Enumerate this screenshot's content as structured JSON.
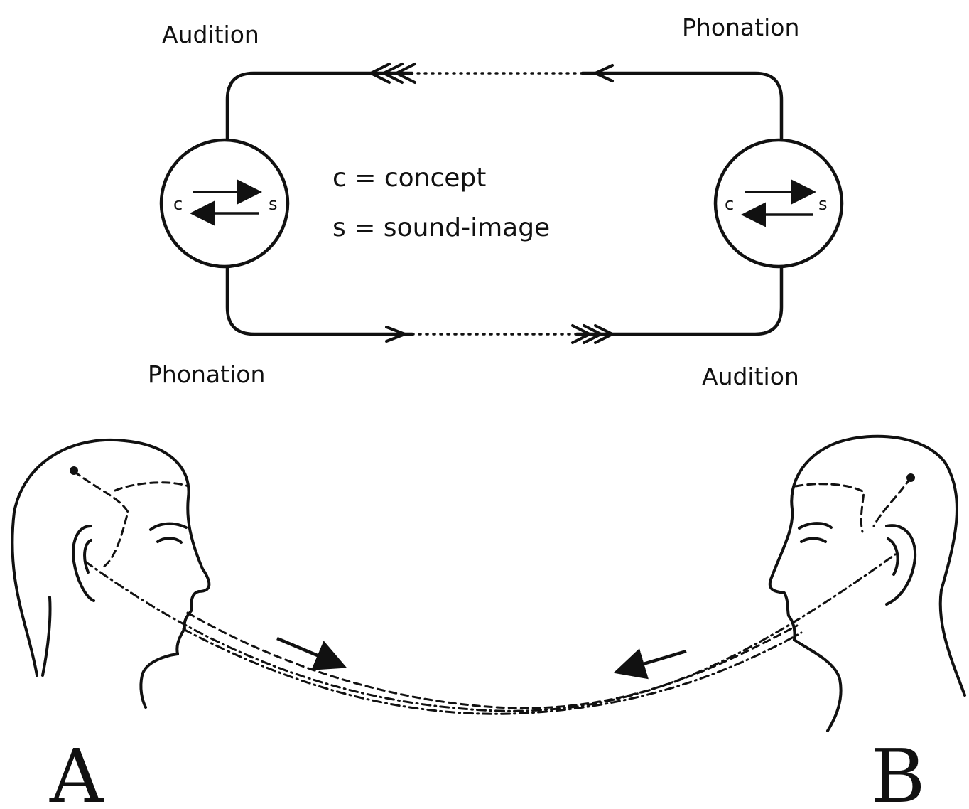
{
  "diagram": {
    "labels": {
      "top_left": "Audition",
      "top_right": "Phonation",
      "bottom_left": "Phonation",
      "bottom_right": "Audition"
    },
    "legend": {
      "concept": "c = concept",
      "sound_image": "s = sound-image"
    },
    "nodes": {
      "left": {
        "concept_letter": "c",
        "sound_letter": "s"
      },
      "right": {
        "concept_letter": "c",
        "sound_letter": "s"
      }
    },
    "speakers": {
      "left": "A",
      "right": "B"
    }
  }
}
